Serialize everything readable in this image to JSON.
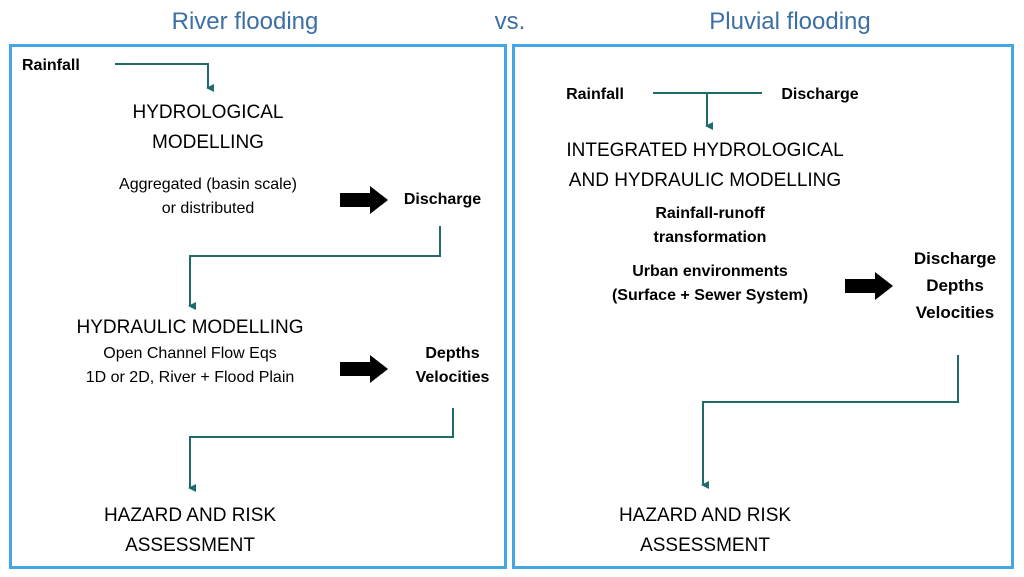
{
  "headings": {
    "left": "River flooding",
    "vs": "vs.",
    "right": "Pluvial flooding"
  },
  "river": {
    "rainfall": "Rainfall",
    "hydrological_modelling": [
      "HYDROLOGICAL",
      "MODELLING"
    ],
    "hydrological_detail": [
      "Aggregated (basin scale)",
      "or distributed"
    ],
    "discharge": "Discharge",
    "hydraulic_modelling": "HYDRAULIC MODELLING",
    "hydraulic_detail": [
      "Open Channel Flow Eqs",
      "1D or 2D, River + Flood Plain"
    ],
    "outputs": [
      "Depths",
      "Velocities"
    ],
    "hazard": [
      "HAZARD AND RISK",
      "ASSESSMENT"
    ]
  },
  "pluvial": {
    "rainfall": "Rainfall",
    "discharge_input": "Discharge",
    "integrated_modelling": [
      "INTEGRATED HYDROLOGICAL",
      "AND HYDRAULIC MODELLING"
    ],
    "rainfall_runoff": [
      "Rainfall-runoff",
      "transformation"
    ],
    "urban": [
      "Urban environments",
      "(Surface + Sewer System)"
    ],
    "outputs": [
      "Discharge",
      "Depths",
      "Velocities"
    ],
    "hazard": [
      "HAZARD AND RISK",
      "ASSESSMENT"
    ]
  },
  "colors": {
    "heading": "#3d6fa5",
    "panel_border": "#45a6e6",
    "connector": "#1f6b6b",
    "thick_arrow": "#000000"
  }
}
